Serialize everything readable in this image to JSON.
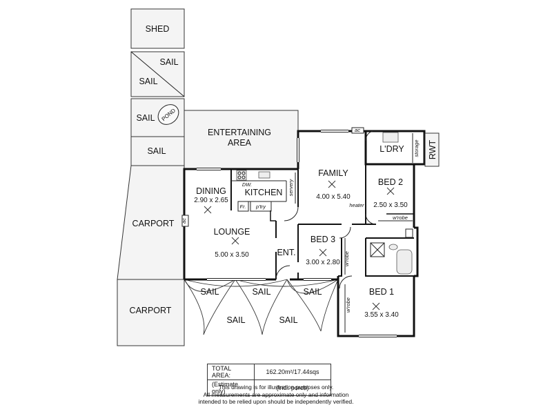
{
  "rooms": {
    "shed": "SHED",
    "sail": "SAIL",
    "pond": "POND",
    "entertaining_1": "ENTERTAINING",
    "entertaining_2": "AREA",
    "carport": "CARPORT",
    "dining": "DINING",
    "dining_dim": "2.90 x 2.65",
    "kitchen": "KITCHEN",
    "family": "FAMILY",
    "family_dim": "4.00 x 5.40",
    "ldry": "L'DRY",
    "rwt": "RWT",
    "storage": "storage",
    "bed2": "BED 2",
    "bed2_dim": "2.50 x 3.50",
    "lounge": "LOUNGE",
    "lounge_dim": "5.00 x 3.50",
    "ent": "ENT.",
    "bed3": "BED 3",
    "bed3_dim": "3.00 x 2.80",
    "bed1": "BED 1",
    "bed1_dim": "3.55 x 3.40",
    "servery": "servery",
    "heater": "heater",
    "wrobe": "w'robe",
    "ac": "ac",
    "dw": "DW.",
    "fr": "Fr.",
    "ptry": "p'try"
  },
  "area": {
    "total_label": "TOTAL AREA:",
    "total_value": "162.20m²/17.44sqs",
    "estimate_label": "(Estimate only)",
    "estimate_value": "(incl. porch)"
  },
  "disclaimer": [
    "This drawing is for illustration purposes only.",
    "All measurements are approximate only and information",
    "intended to be relied upon should be independently verified."
  ]
}
